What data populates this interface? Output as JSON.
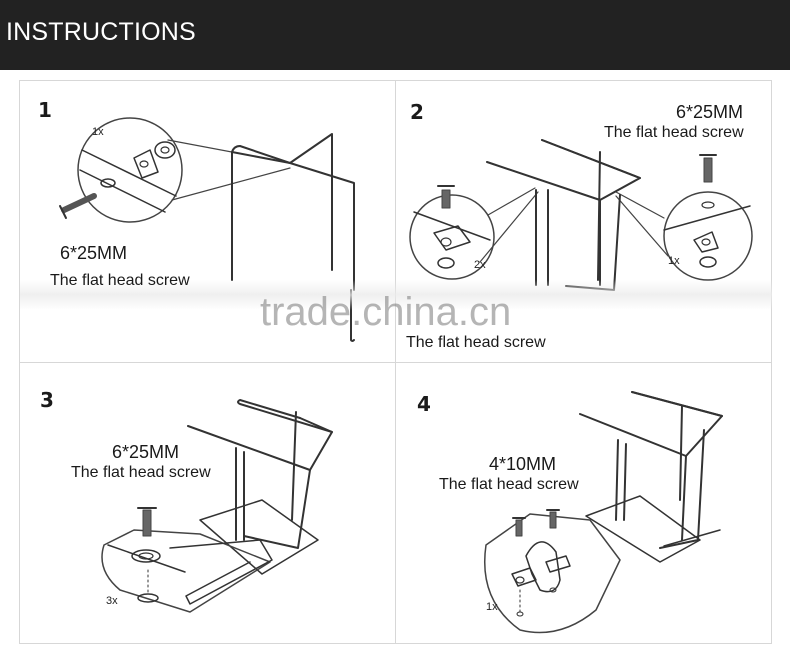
{
  "header": {
    "title": "INSTRUCTIONS",
    "background": "#222222"
  },
  "steps": [
    {
      "number": "1",
      "screw_size": "6*25MM",
      "screw_label": "The flat head screw",
      "quantity": "1x"
    },
    {
      "number": "2",
      "screw_size": "6*25MM",
      "screw_label": "The flat head screw",
      "screw_label_bottom": "The flat head screw",
      "quantity_left": "2x",
      "quantity_right": "1x"
    },
    {
      "number": "3",
      "screw_size": "6*25MM",
      "screw_label": "The flat head screw",
      "quantity": "3x"
    },
    {
      "number": "4",
      "screw_size": "4*10MM",
      "screw_label": "The flat head screw",
      "quantity": "1x"
    }
  ],
  "watermark": "trade.china.cn"
}
